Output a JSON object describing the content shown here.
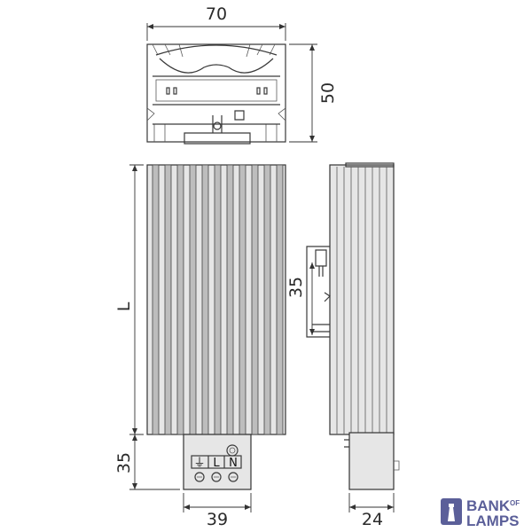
{
  "dimensions": {
    "top_width": "70",
    "top_height": "50",
    "length": "L",
    "rail_spacing": "35",
    "terminal_height": "35",
    "terminal_width": "39",
    "side_width": "24"
  },
  "terminals": {
    "earth": "⏚",
    "line": "L",
    "neutral": "N"
  },
  "logo": {
    "line1": "BANK",
    "of": "OF",
    "line2": "LAMPS",
    "color": "#5b5f99"
  }
}
